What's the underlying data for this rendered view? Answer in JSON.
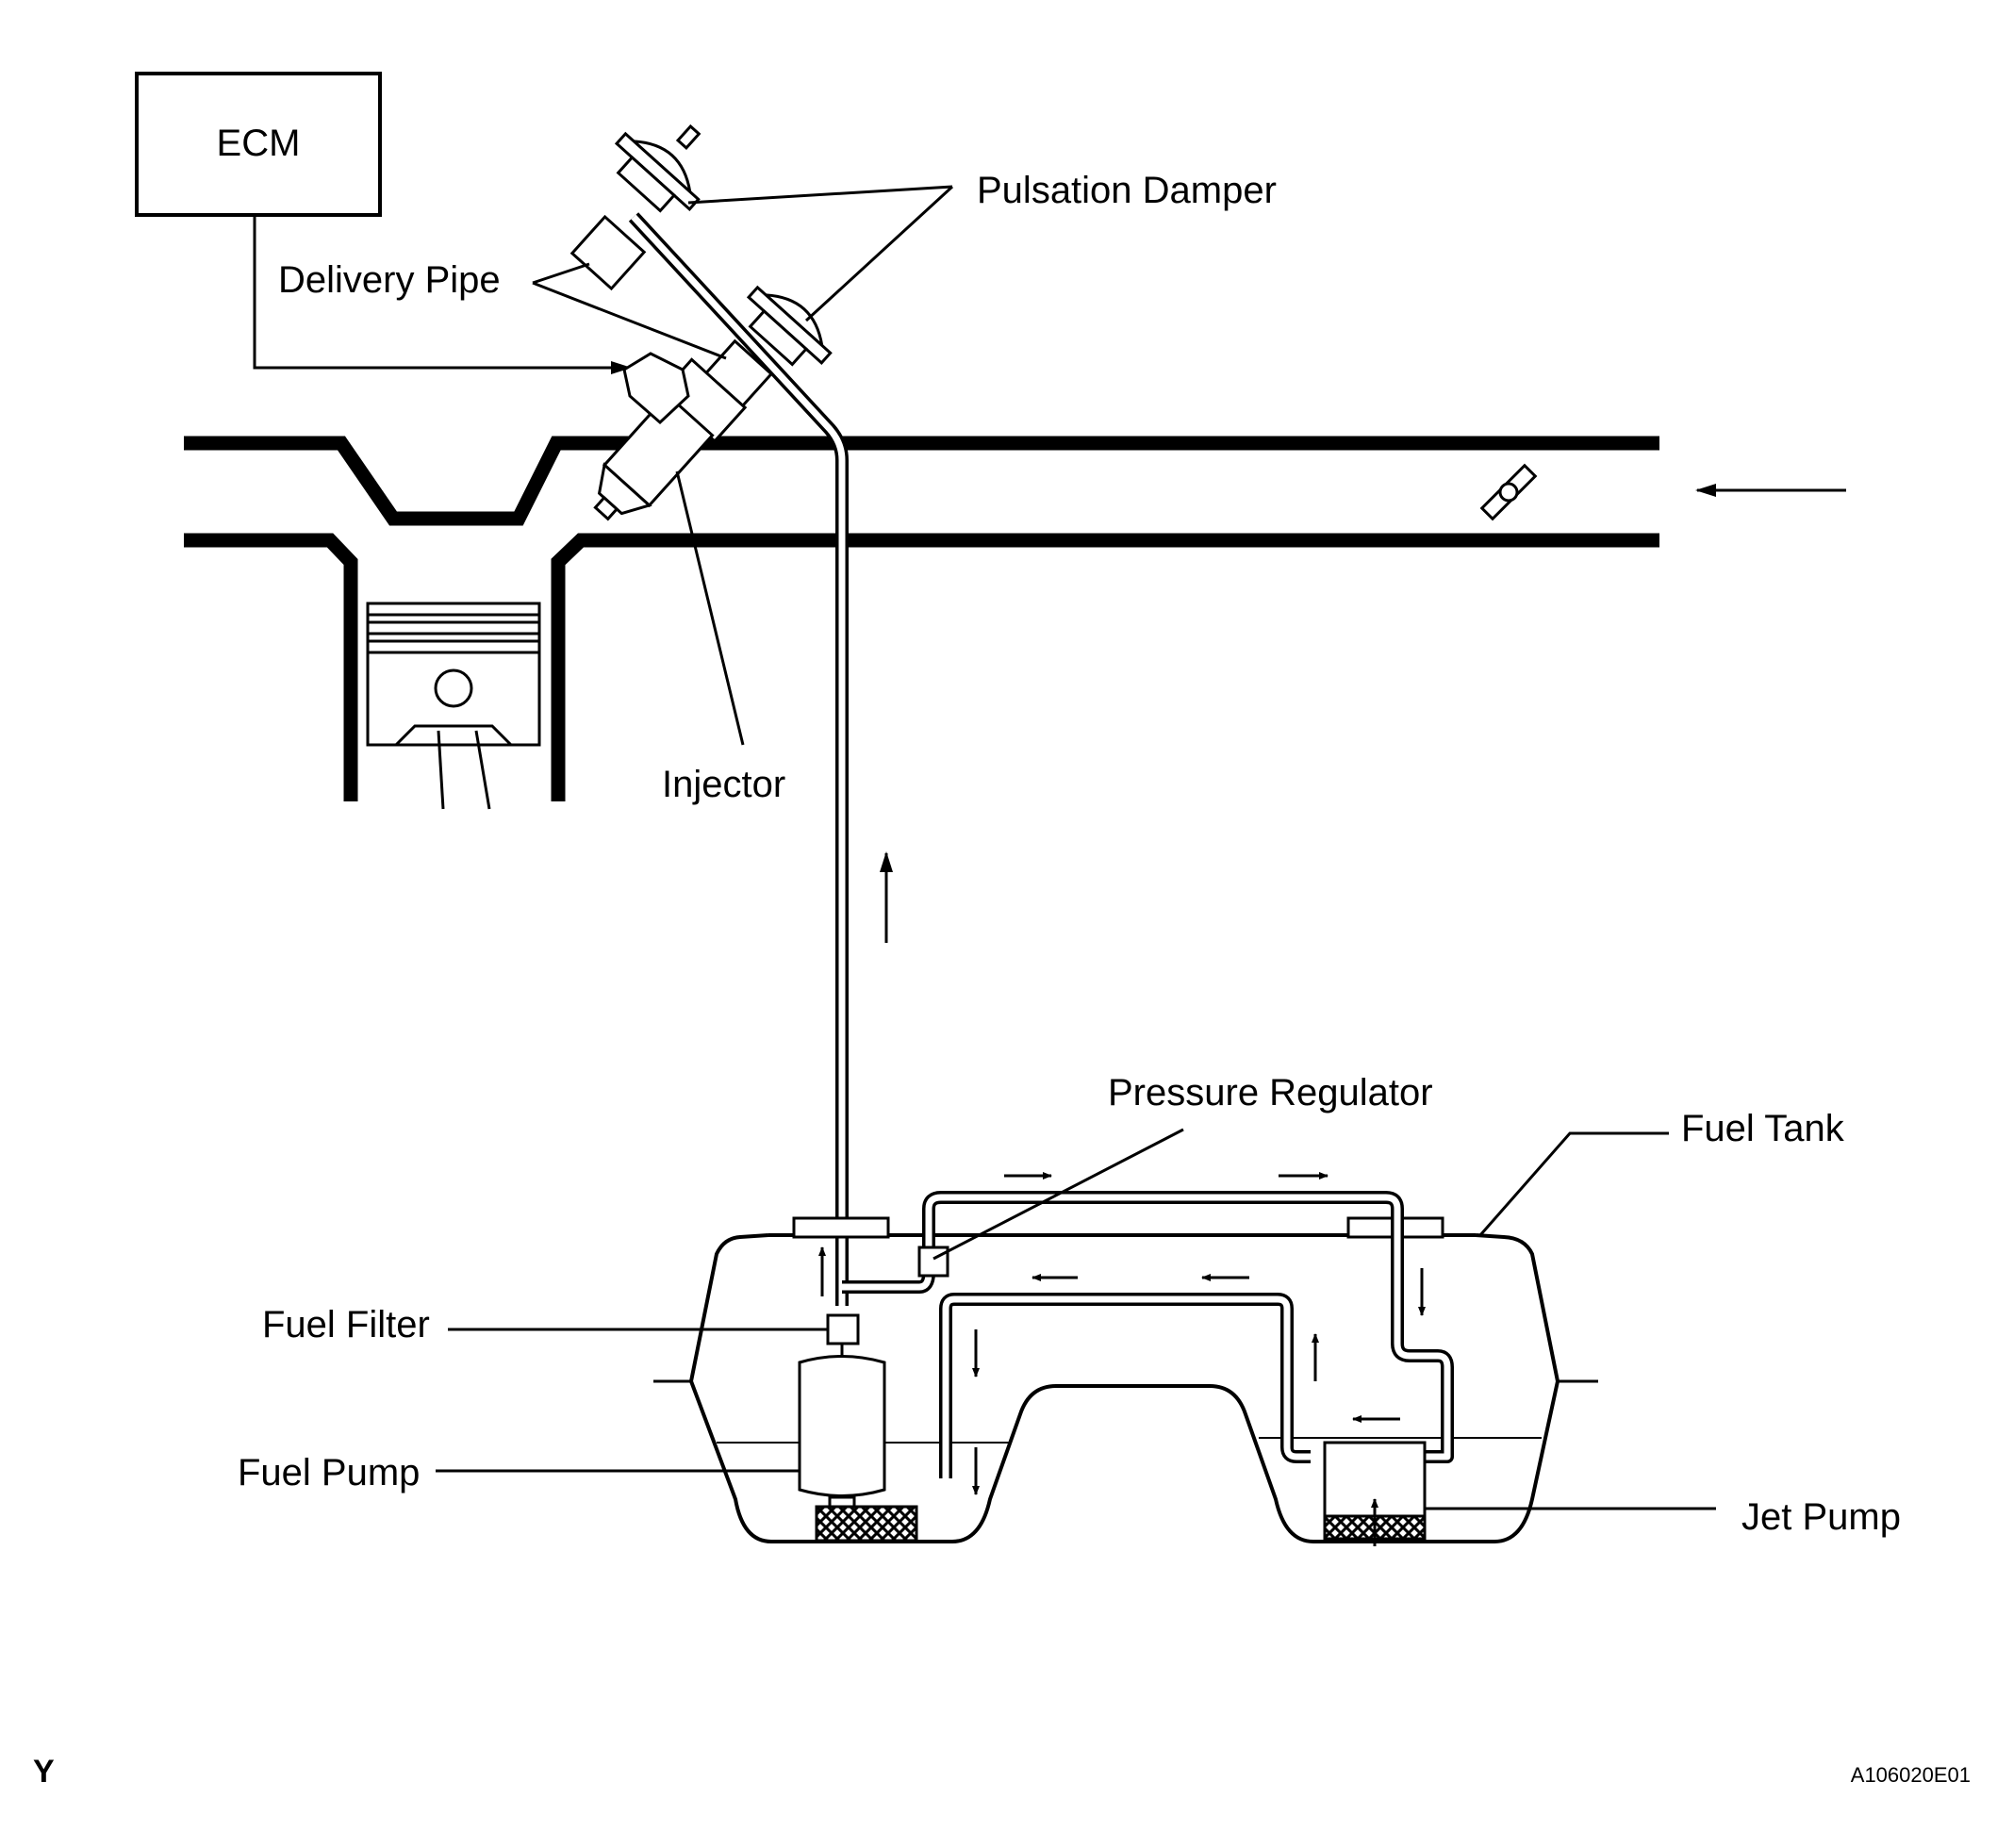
{
  "labels": {
    "ecm": "ECM",
    "pulsation_damper": "Pulsation Damper",
    "delivery_pipe": "Delivery Pipe",
    "injector": "Injector",
    "pressure_regulator": "Pressure Regulator",
    "fuel_tank": "Fuel Tank",
    "fuel_filter": "Fuel Filter",
    "fuel_pump": "Fuel Pump",
    "jet_pump": "Jet Pump"
  },
  "corner": {
    "left_code": "Y",
    "figure_id": "A106020E01"
  }
}
